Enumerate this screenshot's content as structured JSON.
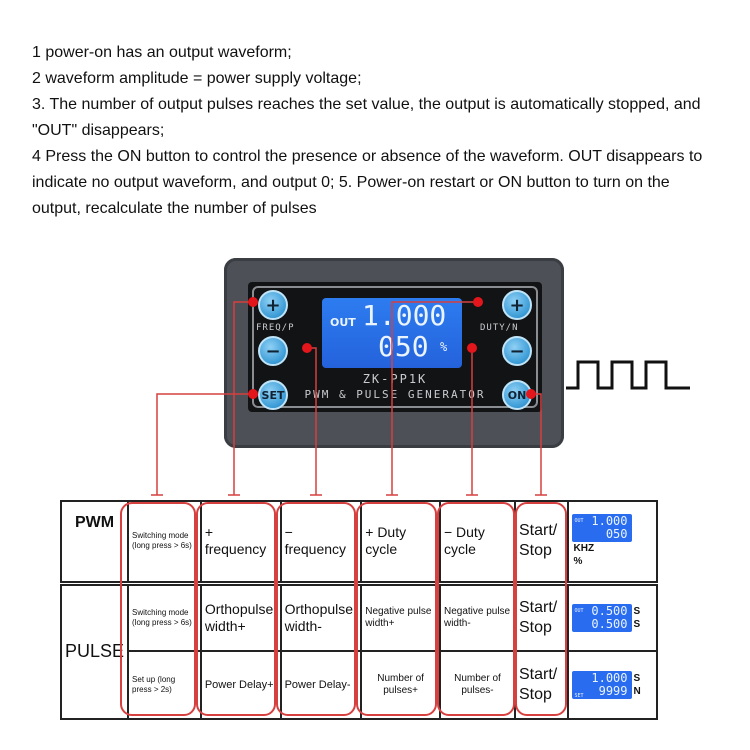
{
  "notes": [
    "1 power-on has an output waveform;",
    "2 waveform amplitude = power supply voltage;",
    "3. The number of output pulses reaches the set value, the output is automatically stopped, and \"OUT\" disappears;",
    "4 Press the ON button to control the presence or absence of the waveform. OUT disappears to indicate no output waveform, and output 0; 5. Power-on restart or ON button to turn on the output, recalculate the number of pulses"
  ],
  "device": {
    "lcd": {
      "out": "OUT",
      "line1": "1.000",
      "line2": "050",
      "unit": "%"
    },
    "left_label": "FREQ/P",
    "right_label": "DUTY/N",
    "buttons": {
      "plus": "+",
      "minus": "−",
      "set": "SET",
      "on": "ON"
    },
    "model": "ZK-PP1K",
    "subtitle": "PWM & PULSE GENERATOR"
  },
  "accent": "#d6403f",
  "table": {
    "pwm": {
      "label": "PWM",
      "cells": [
        "Switching mode (long press > 6s)",
        "+ frequency",
        "− frequency",
        "+ Duty cycle",
        "− Duty cycle",
        "Start/ Stop"
      ],
      "lcd": {
        "tag": "OUT",
        "line1": "1.000",
        "line2": "050",
        "unit1": "KHZ",
        "unit2": "%"
      }
    },
    "pulse": {
      "label": "PULSE",
      "row1": [
        "Switching mode (long press > 6s)",
        "Orthopulse width+",
        "Orthopulse width-",
        "Negative pulse width+",
        "Negative pulse width-",
        "Start/ Stop"
      ],
      "lcd1": {
        "tag": "OUT",
        "line1": "0.500",
        "line2": "0.500",
        "unit1": "S",
        "unit2": "S"
      },
      "row2": [
        "Set up (long press > 2s)",
        "Power Delay+",
        "Power Delay-",
        "Number of pulses+",
        "Number of pulses-",
        "Start/ Stop"
      ],
      "lcd2": {
        "tag": "SET",
        "line1": "1.000",
        "line2": "9999",
        "unit1": "S",
        "unit2": "N"
      }
    }
  }
}
